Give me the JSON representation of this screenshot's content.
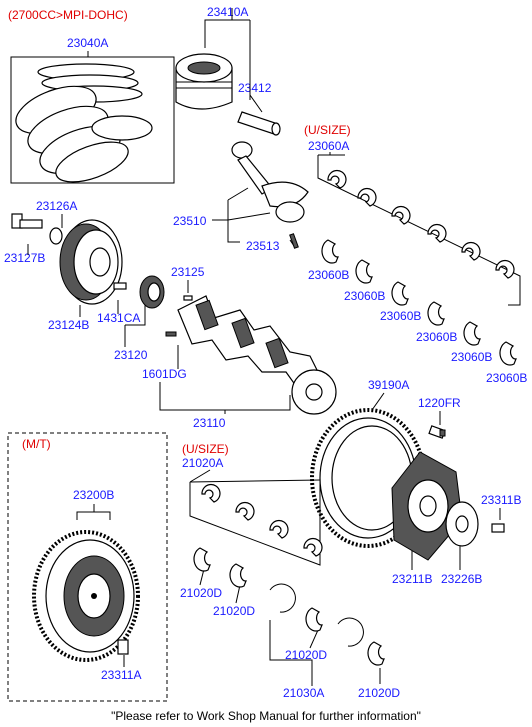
{
  "header": {
    "engine_note": "(2700CC>MPI-DOHC)"
  },
  "labels": {
    "l23410A": "23410A",
    "l23040A": "23040A",
    "l23412": "23412",
    "usize1": "(U/SIZE)",
    "l23060A": "23060A",
    "l23126A": "23126A",
    "l23127B": "23127B",
    "l23510": "23510",
    "l23513": "23513",
    "l23125": "23125",
    "l23124B": "23124B",
    "l1431CA": "1431CA",
    "l23120": "23120",
    "l1601DG": "1601DG",
    "l23060B_1": "23060B",
    "l23060B_2": "23060B",
    "l23060B_3": "23060B",
    "l23060B_4": "23060B",
    "l23060B_5": "23060B",
    "l23060B_6": "23060B",
    "l23110": "23110",
    "l39190A": "39190A",
    "l1220FR": "1220FR",
    "mt": "(M/T)",
    "usize2": "(U/SIZE)",
    "l21020A": "21020A",
    "l23200B": "23200B",
    "l23311B": "23311B",
    "l23211B": "23211B",
    "l23226B": "23226B",
    "l21020D_1": "21020D",
    "l21020D_2": "21020D",
    "l21020D_3": "21020D",
    "l21020D_4": "21020D",
    "l23311A": "23311A",
    "l21030A": "21030A"
  },
  "footer": {
    "note": "\"Please refer to Work Shop Manual for further information\""
  },
  "colors": {
    "label": "#1a1aff",
    "warning": "#e00000"
  }
}
